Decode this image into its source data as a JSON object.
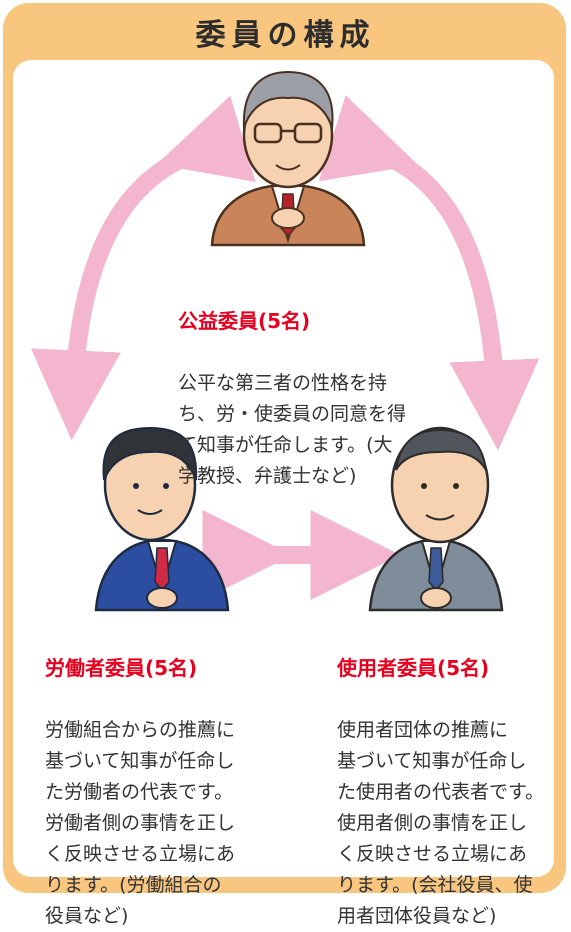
{
  "title": "委員の構成",
  "members": {
    "public": {
      "heading": "公益委員(5名)",
      "description": "公平な第三者の性格を持\nち、労・使委員の同意を得\nて知事が任命します。(大\n学教授、弁護士など)"
    },
    "worker": {
      "heading": "労働者委員(5名)",
      "description": "労働組合からの推薦に\n基づいて知事が任命し\nた労働者の代表です。\n労働者側の事情を正し\nく反映させる立場にあ\nります。(労働組合の\n役員など)"
    },
    "employer": {
      "heading": "使用者委員(5名)",
      "description": "使用者団体の推薦に\n基づいて知事が任命し\nた使用者の代表者です。\n使用者側の事情を正し\nく反映させる立場にあ\nります。(会社役員、使\n用者団体役員など)"
    }
  },
  "colors": {
    "frame": "#f9c680",
    "arrow": "#f4b6cf",
    "heading": "#e6001f",
    "text": "#333333"
  },
  "icons": {
    "public": "man-with-glasses-brown-suit",
    "worker": "man-blue-suit",
    "employer": "older-man-gray-suit"
  }
}
